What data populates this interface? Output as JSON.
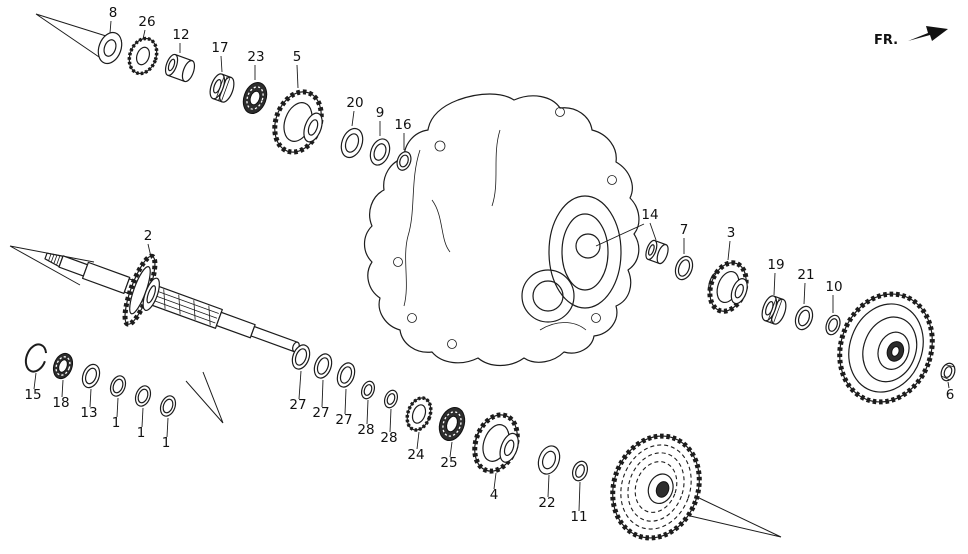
{
  "ink_color": "#1c1c1c",
  "paper_color": "#ffffff",
  "fr_label": "FR.",
  "callouts": [
    {
      "label": "8"
    },
    {
      "label": "26"
    },
    {
      "label": "12"
    },
    {
      "label": "17"
    },
    {
      "label": "23"
    },
    {
      "label": "5"
    },
    {
      "label": "20"
    },
    {
      "label": "9"
    },
    {
      "label": "16"
    },
    {
      "label": "2"
    },
    {
      "label": "14"
    },
    {
      "label": "7"
    },
    {
      "label": "3"
    },
    {
      "label": "19"
    },
    {
      "label": "21"
    },
    {
      "label": "10"
    },
    {
      "label": "6"
    },
    {
      "label": "15"
    },
    {
      "label": "18"
    },
    {
      "label": "13"
    },
    {
      "label": "1"
    },
    {
      "label": "1"
    },
    {
      "label": "1"
    },
    {
      "label": "27"
    },
    {
      "label": "27"
    },
    {
      "label": "27"
    },
    {
      "label": "28"
    },
    {
      "label": "28"
    },
    {
      "label": "24"
    },
    {
      "label": "25"
    },
    {
      "label": "4"
    },
    {
      "label": "22"
    },
    {
      "label": "11"
    }
  ]
}
